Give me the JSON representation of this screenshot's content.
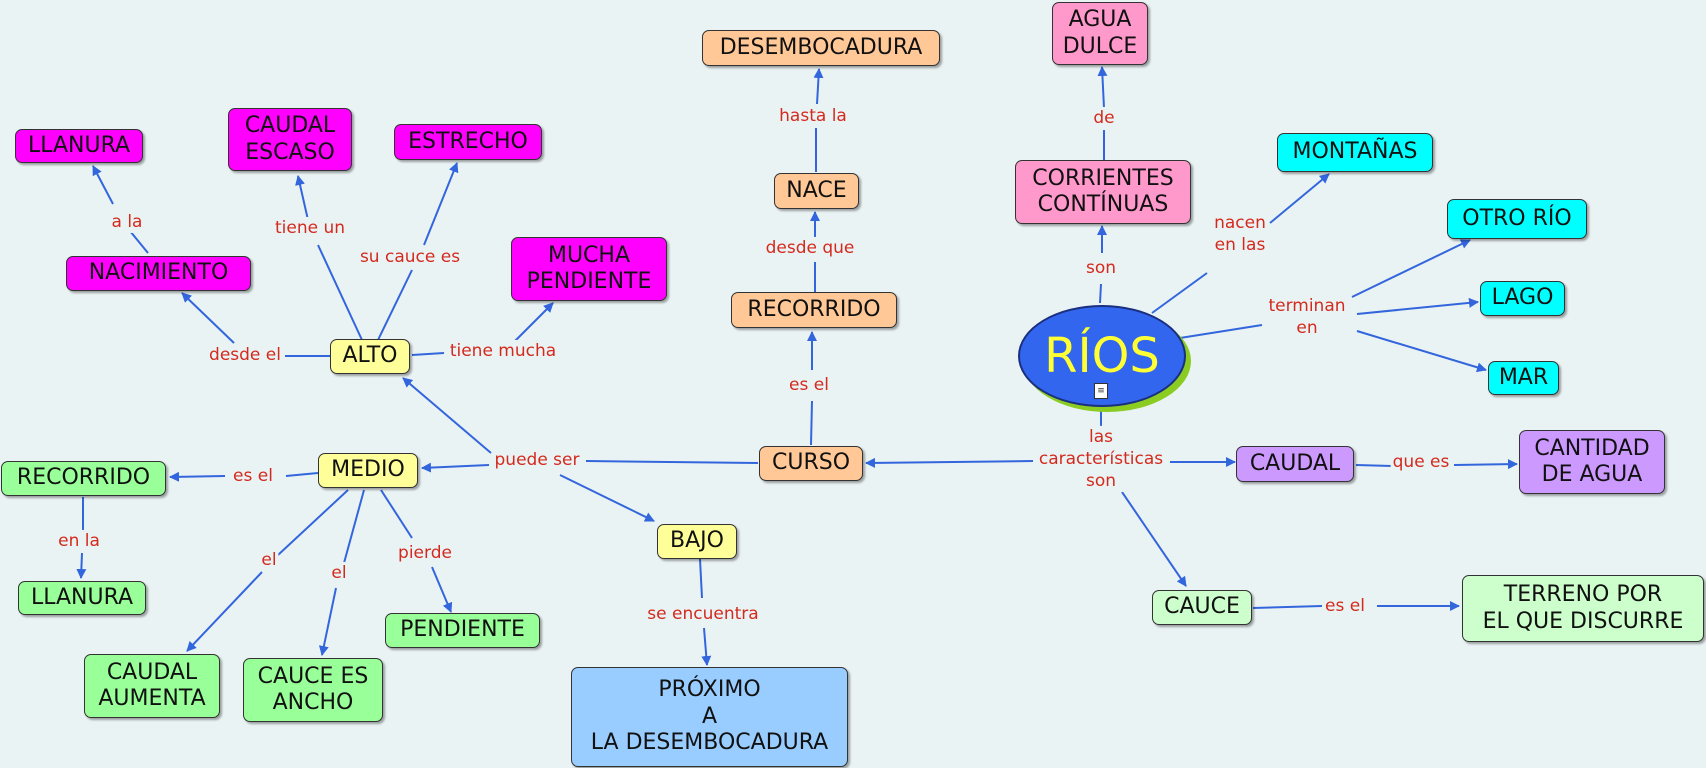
{
  "nodes": {
    "rios": "RÍOS",
    "desembocadura": "DESEMBOCADURA",
    "agua_dulce": "AGUA\nDULCE",
    "llanura_top": "LLANURA",
    "caudal_escaso": "CAUDAL\nESCASO",
    "estrecho": "ESTRECHO",
    "montanas": "MONTAÑAS",
    "nace": "NACE",
    "corrientes": "CORRIENTES\nCONTÍNUAS",
    "otro_rio": "OTRO RÍO",
    "nacimiento": "NACIMIENTO",
    "mucha_pendiente": "MUCHA\nPENDIENTE",
    "lago": "LAGO",
    "recorrido_top": "RECORRIDO",
    "alto": "ALTO",
    "mar": "MAR",
    "cantidad_agua": "CANTIDAD\nDE AGUA",
    "curso": "CURSO",
    "caudal": "CAUDAL",
    "medio": "MEDIO",
    "recorrido_left": "RECORRIDO",
    "bajo": "BAJO",
    "cauce": "CAUCE",
    "terreno": "TERRENO POR\nEL QUE DISCURRE",
    "llanura_left": "LLANURA",
    "pendiente": "PENDIENTE",
    "caudal_aumenta": "CAUDAL\nAUMENTA",
    "cauce_ancho": "CAUCE ES\nANCHO",
    "proximo": "PRÓXIMO\nA\nLA DESEMBOCADURA"
  },
  "links": {
    "hasta_la": "hasta la",
    "de": "de",
    "a_la": "a la",
    "tiene_un": "tiene un",
    "su_cauce_es": "su cauce es",
    "desde_que": "desde que",
    "nacen_en_las": "nacen\nen las",
    "son_top": "son",
    "terminan_en": "terminan\nen",
    "desde_el": "desde el",
    "tiene_mucha": "tiene mucha",
    "es_el_curso": "es el",
    "puede_ser": "puede ser",
    "las_caracteristicas": "las\ncaracterísticas\nson",
    "que_es": "que es",
    "es_el_medio": "es el",
    "en_la": "en la",
    "pierde": "pierde",
    "el_1": "el",
    "el_2": "el",
    "se_encuentra": "se encuentra",
    "es_el_cauce": "es el"
  },
  "colors": {
    "background": "#eaf3f4",
    "line": "#3366dd",
    "link_text": "#d42a1e",
    "root_fill": "#3366ee",
    "root_text": "#ffff33"
  },
  "icons": {
    "root_resource": "document-icon"
  }
}
